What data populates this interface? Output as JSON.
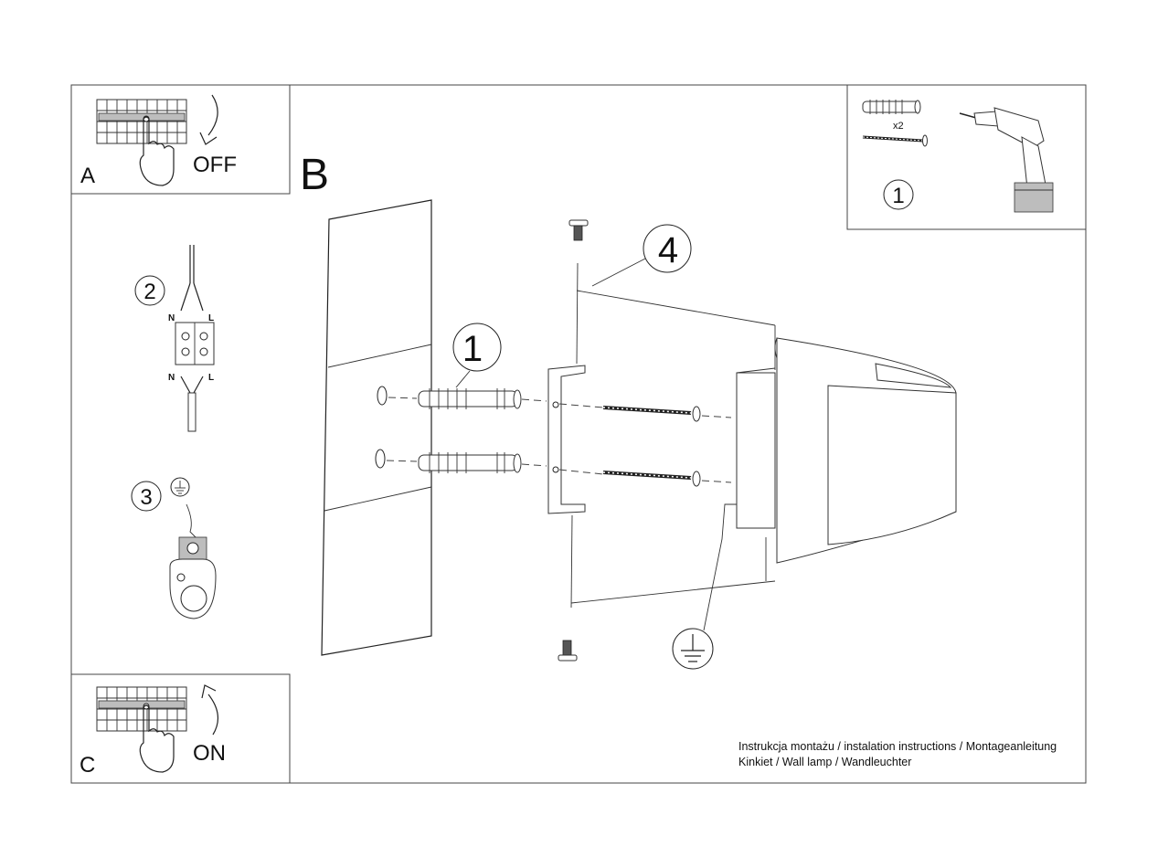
{
  "panels": {
    "a": {
      "letter": "A",
      "action": "OFF"
    },
    "b": {
      "letter": "B"
    },
    "c": {
      "letter": "C",
      "action": "ON"
    }
  },
  "steps": {
    "tools": {
      "number": "1",
      "quantity": "x2"
    },
    "wiring": {
      "number": "2",
      "terminal_left": "N",
      "terminal_right": "L"
    },
    "earth": {
      "number": "3"
    },
    "anchor": {
      "number": "1"
    },
    "housing": {
      "number": "4"
    }
  },
  "caption": {
    "line1": "Instrukcja montażu / instalation instructions / Montageanleitung",
    "line2": "Kinkiet / Wall lamp / Wandleuchter"
  },
  "icons": [
    "fuse-box-icon",
    "hand-pointer-icon",
    "curved-arrow-down-icon",
    "curved-arrow-up-icon",
    "wall-plug-icon",
    "screw-icon",
    "drill-icon",
    "terminal-block-icon",
    "earth-symbol-icon",
    "earth-terminal-icon",
    "mounting-bracket-icon",
    "wall-lamp-icon"
  ]
}
